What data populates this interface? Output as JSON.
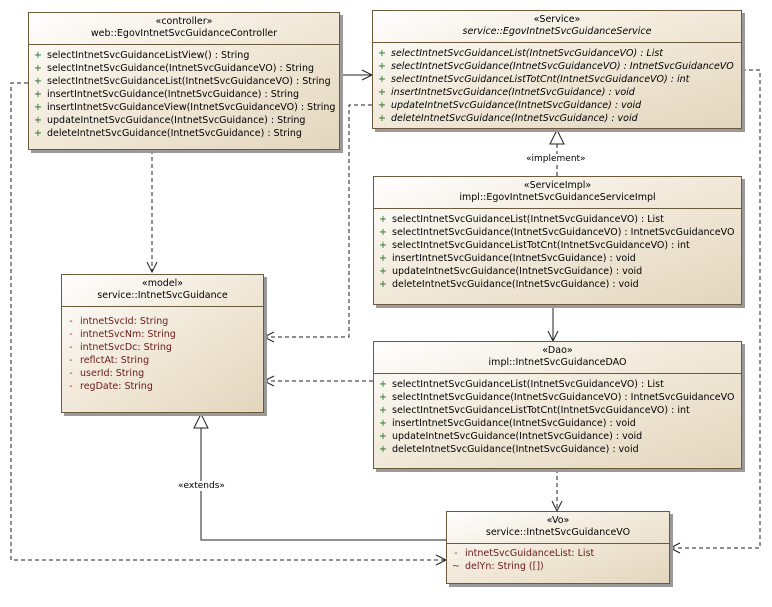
{
  "classes": {
    "controller": {
      "stereotype": "«controller»",
      "name": "web::EgovIntnetSvcGuidanceController",
      "operations": [
        {
          "vis": "+",
          "sig": "selectIntnetSvcGuidanceListView() : String"
        },
        {
          "vis": "+",
          "sig": "selectIntnetSvcGuidance(IntnetSvcGuidanceVO) : String"
        },
        {
          "vis": "+",
          "sig": "selectIntnetSvcGuidanceList(IntnetSvcGuidanceVO) : String"
        },
        {
          "vis": "+",
          "sig": "insertIntnetSvcGuidance(IntnetSvcGuidance) : String"
        },
        {
          "vis": "+",
          "sig": "insertIntnetSvcGuidanceView(IntnetSvcGuidanceVO) : String"
        },
        {
          "vis": "+",
          "sig": "updateIntnetSvcGuidance(IntnetSvcGuidance) : String"
        },
        {
          "vis": "+",
          "sig": "deleteIntnetSvcGuidance(IntnetSvcGuidance) : String"
        }
      ]
    },
    "service": {
      "stereotype": "«Service»",
      "name": "service::EgovIntnetSvcGuidanceService",
      "operations": [
        {
          "vis": "+",
          "sig": "selectIntnetSvcGuidanceList(IntnetSvcGuidanceVO) : List"
        },
        {
          "vis": "+",
          "sig": "selectIntnetSvcGuidance(IntnetSvcGuidanceVO) : IntnetSvcGuidanceVO"
        },
        {
          "vis": "+",
          "sig": "selectIntnetSvcGuidanceListTotCnt(IntnetSvcGuidanceVO) : int"
        },
        {
          "vis": "+",
          "sig": "insertIntnetSvcGuidance(IntnetSvcGuidance) : void"
        },
        {
          "vis": "+",
          "sig": "updateIntnetSvcGuidance(IntnetSvcGuidance) : void"
        },
        {
          "vis": "+",
          "sig": "deleteIntnetSvcGuidance(IntnetSvcGuidance) : void"
        }
      ]
    },
    "impl": {
      "stereotype": "«ServiceImpl»",
      "name": "impl::EgovIntnetSvcGuidanceServiceImpl",
      "operations": [
        {
          "vis": "+",
          "sig": "selectIntnetSvcGuidanceList(IntnetSvcGuidanceVO) : List"
        },
        {
          "vis": "+",
          "sig": "selectIntnetSvcGuidance(IntnetSvcGuidanceVO) : IntnetSvcGuidanceVO"
        },
        {
          "vis": "+",
          "sig": "selectIntnetSvcGuidanceListTotCnt(IntnetSvcGuidanceVO) : int"
        },
        {
          "vis": "+",
          "sig": "insertIntnetSvcGuidance(IntnetSvcGuidance) : void"
        },
        {
          "vis": "+",
          "sig": "updateIntnetSvcGuidance(IntnetSvcGuidance) : void"
        },
        {
          "vis": "+",
          "sig": "deleteIntnetSvcGuidance(IntnetSvcGuidance) : void"
        }
      ]
    },
    "model": {
      "stereotype": "«model»",
      "name": "service::IntnetSvcGuidance",
      "attributes": [
        {
          "vis": "-",
          "sig": "intnetSvcId:  String"
        },
        {
          "vis": "-",
          "sig": "intnetSvcNm:  String"
        },
        {
          "vis": "-",
          "sig": "intnetSvcDc:  String"
        },
        {
          "vis": "-",
          "sig": "reflctAt:  String"
        },
        {
          "vis": "-",
          "sig": "userId:  String"
        },
        {
          "vis": "-",
          "sig": "regDate:  String"
        }
      ]
    },
    "dao": {
      "stereotype": "«Dao»",
      "name": "impl::IntnetSvcGuidanceDAO",
      "operations": [
        {
          "vis": "+",
          "sig": "selectIntnetSvcGuidanceList(IntnetSvcGuidanceVO) : List"
        },
        {
          "vis": "+",
          "sig": "selectIntnetSvcGuidance(IntnetSvcGuidanceVO) : IntnetSvcGuidanceVO"
        },
        {
          "vis": "+",
          "sig": "selectIntnetSvcGuidanceListTotCnt(IntnetSvcGuidanceVO) : int"
        },
        {
          "vis": "+",
          "sig": "insertIntnetSvcGuidance(IntnetSvcGuidance) : void"
        },
        {
          "vis": "+",
          "sig": "updateIntnetSvcGuidance(IntnetSvcGuidance) : void"
        },
        {
          "vis": "+",
          "sig": "deleteIntnetSvcGuidance(IntnetSvcGuidance) : void"
        }
      ]
    },
    "vo": {
      "stereotype": "«Vo»",
      "name": "service::IntnetSvcGuidanceVO",
      "attributes": [
        {
          "vis": "-",
          "sig": "intnetSvcGuidanceList:  List"
        },
        {
          "vis": "~",
          "sig": "delYn:  String ([])"
        }
      ]
    }
  },
  "labels": {
    "implement": "«implement»",
    "extends": "«extends»"
  }
}
